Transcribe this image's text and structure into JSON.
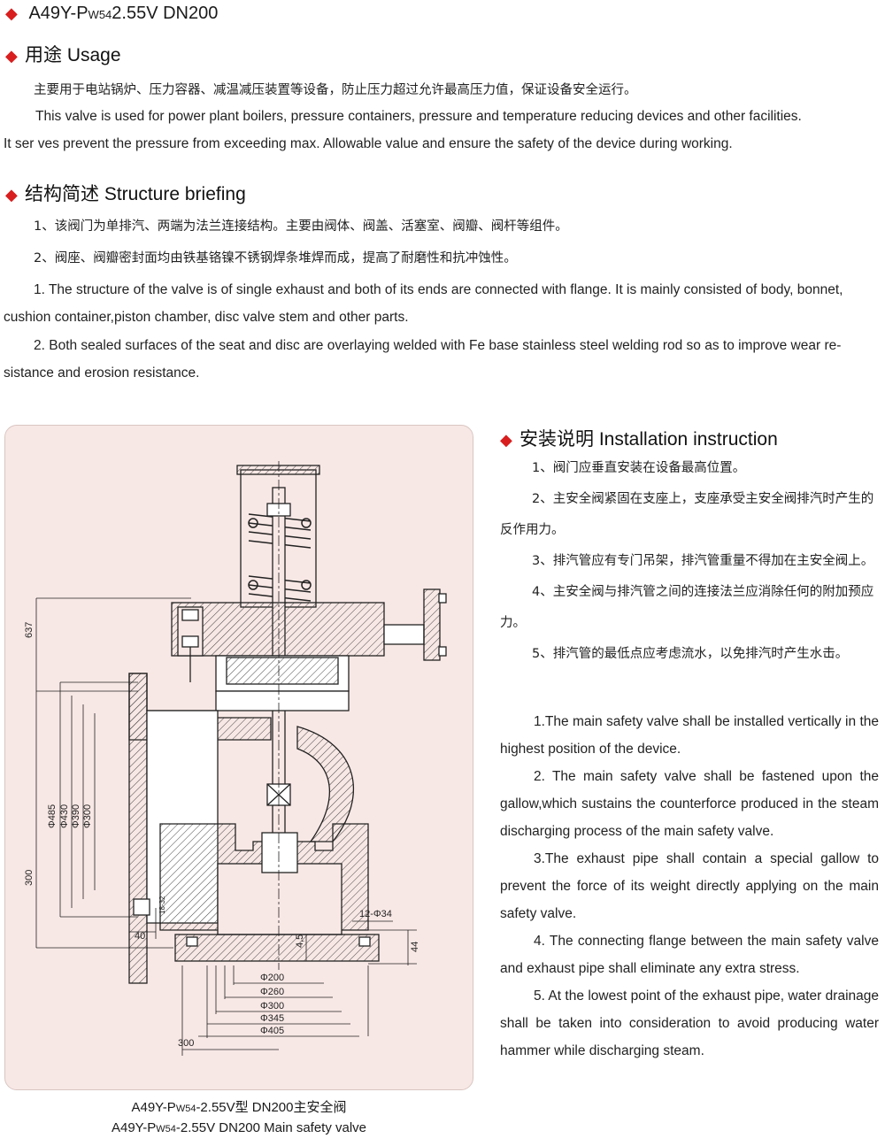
{
  "title": {
    "main_prefix": "A49Y-P",
    "sub": "W54",
    "main_suffix": "2.55V DN200"
  },
  "usage": {
    "heading": "用途 Usage",
    "zh": "主要用于电站锅炉、压力容器、减温减压装置等设备，防止压力超过允许最高压力值，保证设备安全运行。",
    "en_line1": "This valve is used for power plant boilers, pressure containers, pressure and temperature reducing devices and other facilities.",
    "en_line2": "It ser ves prevent the pressure from exceeding max. Allowable value and ensure the safety of the device during working."
  },
  "structure": {
    "heading": "结构简述 Structure briefing",
    "zh_1": "1、该阀门为单排汽、两端为法兰连接结构。主要由阀体、阀盖、活塞室、阀瓣、阀杆等组件。",
    "zh_2": "2、阀座、阀瓣密封面均由铁基铬镍不锈钢焊条堆焊而成，提高了耐磨性和抗冲蚀性。",
    "en_1_line1": "1. The structure of the valve is of single exhaust and both of its ends are connected with flange. It is mainly consisted of body, bonnet,",
    "en_1_line2": "cushion container,piston chamber, disc valve stem and other parts.",
    "en_2_line1": "2. Both sealed surfaces of the seat and disc are overlaying welded with Fe base stainless steel welding rod so as to improve wear re-",
    "en_2_line2": "sistance and erosion resistance."
  },
  "installation": {
    "heading": "安装说明 Installation instruction",
    "zh": [
      "1、阀门应垂直安装在设备最高位置。",
      "2、主安全阀紧固在支座上，支座承受主安全阀排汽时产生的反作用力。",
      "3、排汽管应有专门吊架，排汽管重量不得加在主安全阀上。",
      "4、主安全阀与排汽管之间的连接法兰应消除任何的附加预应力。",
      "5、排汽管的最低点应考虑流水，以免排汽时产生水击。"
    ],
    "en": [
      "1.The main safety valve shall be installed vertically in the highest position of the device.",
      "2. The main safety valve shall be fastened upon the gallow,which sustains the counterforce produced in the steam discharging process of the main safety valve.",
      "3.The exhaust pipe shall contain a special gallow to prevent the force of its weight directly applying on the main safety valve.",
      "4. The connecting flange between the main safety valve and exhaust pipe shall eliminate any extra stress.",
      "5. At the lowest point of the exhaust pipe, water drainage shall be taken into consideration to avoid producing water hammer while discharging steam."
    ]
  },
  "drawing": {
    "dims": {
      "h637": "637",
      "h300": "300",
      "d485": "Φ485",
      "d430": "Φ430",
      "d390": "Φ390",
      "d300v": "Φ300",
      "w40": "40",
      "h4_5": "4,5",
      "bolt": "12-Φ34",
      "h44": "44",
      "s18_32": "18-32",
      "b200": "Φ200",
      "b260": "Φ260",
      "b300": "Φ300",
      "b345": "Φ345",
      "b405": "Φ405",
      "w300": "300"
    },
    "caption_zh_prefix": "A49Y-P",
    "caption_zh_sub": "W54",
    "caption_zh_suffix": "-2.55V型    DN200主安全阀",
    "caption_en_prefix": "A49Y-P",
    "caption_en_sub": "W54",
    "caption_en_suffix": "-2.55V   DN200  Main safety valve"
  },
  "colors": {
    "accent": "#d81e1e",
    "panel": "#f8e8e5",
    "hatch": "#555555"
  }
}
